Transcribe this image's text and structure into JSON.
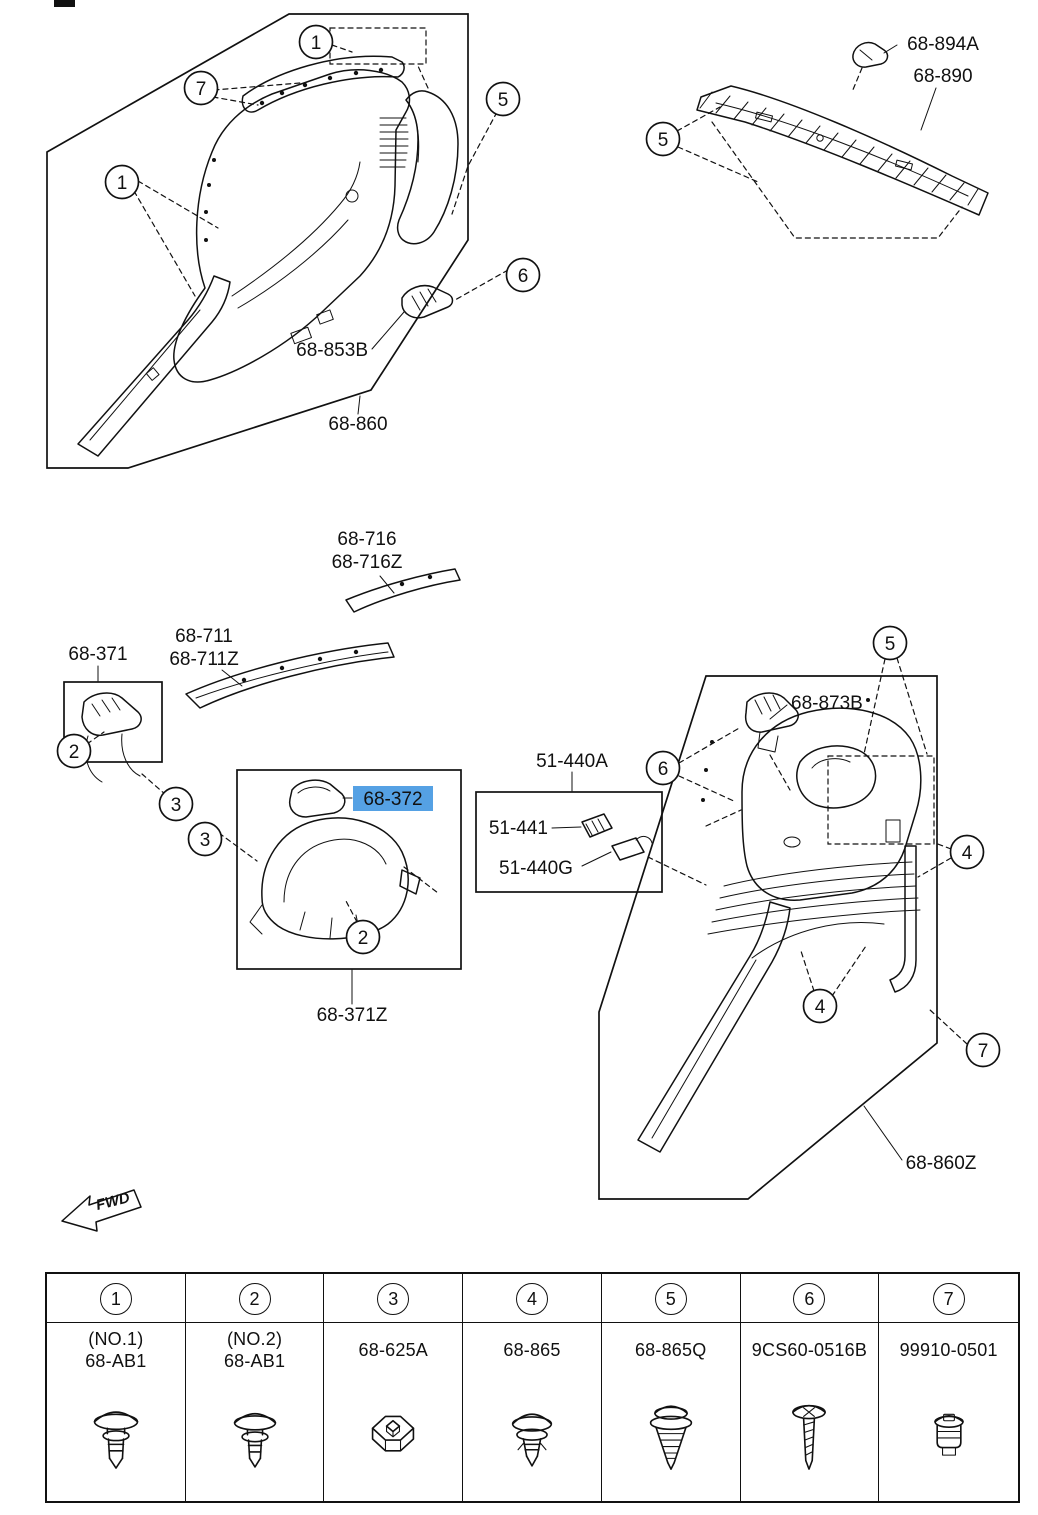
{
  "meta": {
    "background": "#ffffff",
    "line_color": "#111111",
    "highlight_color": "#55a1e4"
  },
  "labels": {
    "p68894A": "68-894A",
    "p68890": "68-890",
    "p68853B": "68-853B",
    "p68860": "68-860",
    "p68716": "68-716",
    "p68716Z": "68-716Z",
    "p68711": "68-711",
    "p68711Z": "68-711Z",
    "p68371": "68-371",
    "p68372": "68-372",
    "p51440A": "51-440A",
    "p51441": "51-441",
    "p51440G": "51-440G",
    "p68873B": "68-873B",
    "p68371Z": "68-371Z",
    "p68860Z": "68-860Z"
  },
  "callouts": {
    "tl_1a": "1",
    "tl_7": "7",
    "tl_1b": "1",
    "tl_5": "5",
    "tl_6": "6",
    "tr_5": "5",
    "ml_2a": "2",
    "ml_3a": "3",
    "ml_3b": "3",
    "ml_2b": "2",
    "r_5": "5",
    "r_6": "6",
    "r_4a": "4",
    "r_4b": "4",
    "r_7": "7"
  },
  "fwd": {
    "label": "FWD"
  },
  "table": {
    "columns": [
      {
        "num": "1",
        "line1": "(NO.1)",
        "line2": "68-AB1",
        "icon": "push-rivet-icon"
      },
      {
        "num": "2",
        "line1": "(NO.2)",
        "line2": "68-AB1",
        "icon": "push-rivet-icon"
      },
      {
        "num": "3",
        "line1": "",
        "line2": "68-625A",
        "icon": "grommet-nut-icon"
      },
      {
        "num": "4",
        "line1": "",
        "line2": "68-865",
        "icon": "trim-clip-icon"
      },
      {
        "num": "5",
        "line1": "",
        "line2": "68-865Q",
        "icon": "screw-grommet-icon"
      },
      {
        "num": "6",
        "line1": "",
        "line2": "9CS60-0516B",
        "icon": "tapping-screw-icon"
      },
      {
        "num": "7",
        "line1": "",
        "line2": "99910-0501",
        "icon": "plastic-nut-icon"
      }
    ]
  }
}
